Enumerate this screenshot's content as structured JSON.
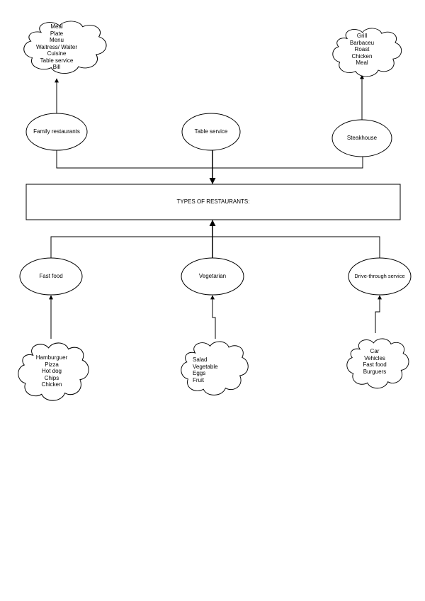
{
  "central": {
    "label": "TYPES OF RESTAURANTS:"
  },
  "top_nodes": [
    {
      "label": "Family restaurants"
    },
    {
      "label": "Table service"
    },
    {
      "label": "Steakhouse"
    }
  ],
  "bottom_nodes": [
    {
      "label": "Fast food"
    },
    {
      "label": "Vegetarian"
    },
    {
      "label": "Drive-through service"
    }
  ],
  "clouds": {
    "family": [
      "Meal",
      "Plate",
      "Menu",
      "Waitress/ Waiter",
      "Cuisine",
      "Table service",
      "Bill"
    ],
    "steakhouse": [
      "Grill",
      "Barbaceu",
      "Roast",
      "Chicken",
      "Meal"
    ],
    "fastfood": [
      "Hamburguer",
      "Pizza",
      "Hot dog",
      "Chips",
      "Chicken"
    ],
    "vegetarian": [
      "Salad",
      "Vegetable",
      "Eggs",
      "Fruit"
    ],
    "drive": [
      "Car",
      "Vehicles",
      "Fast food",
      "Burguers"
    ]
  }
}
